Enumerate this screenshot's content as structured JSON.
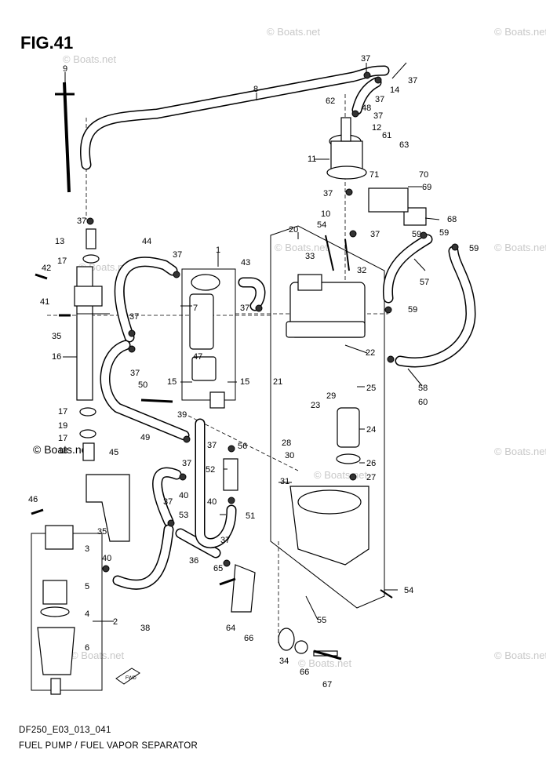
{
  "figure_title": "FIG.41",
  "drawing_code": "DF250_E03_013_041",
  "caption": "FUEL PUMP / FUEL VAPOR SEPARATOR",
  "watermark": "© Boats.net",
  "fwd_label": "FWD",
  "callouts": {
    "c1": "1",
    "c2": "2",
    "c3": "3",
    "c4": "4",
    "c5": "5",
    "c6": "6",
    "c7": "7",
    "c8": "8",
    "c9": "9",
    "c10": "10",
    "c11": "11",
    "c12": "12",
    "c13": "13",
    "c14": "14",
    "c15a": "15",
    "c15b": "15",
    "c16": "16",
    "c17a": "17",
    "c17b": "17",
    "c17c": "17",
    "c18": "18",
    "c19": "19",
    "c20": "20",
    "c21": "21",
    "c22": "22",
    "c23": "23",
    "c24": "24",
    "c25": "25",
    "c26": "26",
    "c27": "27",
    "c28": "28",
    "c29": "29",
    "c30": "30",
    "c31": "31",
    "c32": "32",
    "c33": "33",
    "c34": "34",
    "c35a": "35",
    "c35b": "35",
    "c36": "36",
    "c37a": "37",
    "c37b": "37",
    "c37c": "37",
    "c37d": "37",
    "c37e": "37",
    "c37f": "37",
    "c37g": "37",
    "c37h": "37",
    "c37i": "37",
    "c37j": "37",
    "c37k": "37",
    "c37l": "37",
    "c37m": "37",
    "c37n": "37",
    "c37o": "37",
    "c38": "38",
    "c39": "39",
    "c40a": "40",
    "c40b": "40",
    "c40c": "40",
    "c41": "41",
    "c42": "42",
    "c43": "43",
    "c44": "44",
    "c45": "45",
    "c46": "46",
    "c47": "47",
    "c48": "48",
    "c49": "49",
    "c50": "50",
    "c51": "51",
    "c52": "52",
    "c53": "53",
    "c54a": "54",
    "c54b": "54",
    "c55": "55",
    "c56": "56",
    "c57": "57",
    "c58": "58",
    "c59a": "59",
    "c59b": "59",
    "c59c": "59",
    "c59d": "59",
    "c60": "60",
    "c61": "61",
    "c62": "62",
    "c63": "63",
    "c64": "64",
    "c65": "65",
    "c66a": "66",
    "c66b": "66",
    "c67": "67",
    "c68": "68",
    "c69": "69",
    "c70": "70",
    "c71": "71"
  }
}
